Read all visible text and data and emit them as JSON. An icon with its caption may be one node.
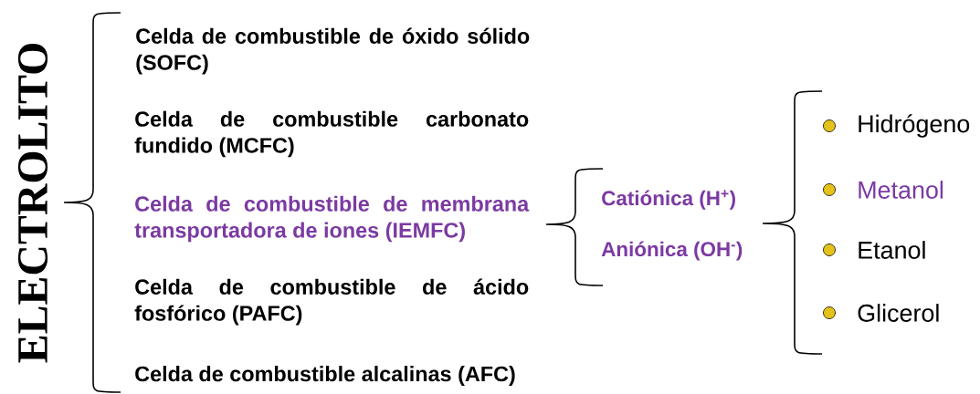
{
  "diagram": {
    "nodes": [
      {
        "text": [
          "ELECTROLITO"
        ]
      },
      {
        "text": [
          "Celda de combustible de óxido sólido (SOFC)"
        ]
      },
      {
        "text": [
          "Celda de combustible carbonato fundido (MCFC)"
        ]
      },
      {
        "text": [
          "Celda de combustible de membrana transportadora de iones (IEMFC)"
        ]
      },
      {
        "text": [
          "Celda de combustible de ácido fosfórico (PAFC)"
        ]
      },
      {
        "text": [
          "Celda de combustible alcalinas (AFC)"
        ]
      },
      {
        "text": [
          "Catiónica (H$^{+}$)"
        ]
      },
      {
        "text": [
          "Aniónica (OH$^{-}$)"
        ]
      },
      {
        "text": [
          "Hidrógeno"
        ]
      },
      {
        "text": [
          "Metanol"
        ]
      },
      {
        "text": [
          "Etanol"
        ]
      },
      {
        "text": [
          "Glicerol"
        ]
      }
    ]
  }
}
